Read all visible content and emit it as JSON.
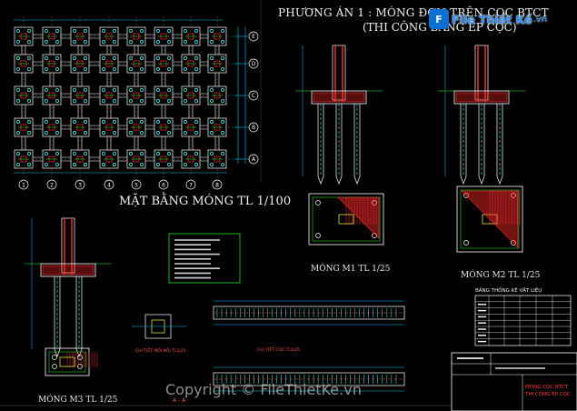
{
  "drawing": {
    "title_line1": "PHƯƠNG ÁN 1 : MÓNG ĐƠN TRÊN CỌC BTCT",
    "title_line2": "(THI CÔNG BẰNG ÉP CỌC)",
    "plan_title": "MẶT BẰNG MÓNG TL 1/100",
    "label_m1": "MÓNG M1 TL 1/25",
    "label_m2": "MÓNG M2 TL 1/25",
    "label_m3": "MÓNG M3 TL 1/25",
    "label_detail_joint": "CHI TIẾT MỐI NỐI TL1/25",
    "label_detail_pile": "CHI TIẾT CỌC TL1/25",
    "label_section": "A - A",
    "material_table_title": "BẢNG THỐNG KÊ VẬT LIỆU",
    "title_block_line1": "MÓNG CỌC BTCT",
    "title_block_line2": "THI CÔNG ÉP CỌC"
  },
  "grid_axes": {
    "columns": [
      "1",
      "2",
      "3",
      "4",
      "5",
      "6",
      "7",
      "8"
    ],
    "rows": [
      "A",
      "B",
      "C",
      "D",
      "E"
    ]
  },
  "branding": {
    "logo_mark": "F",
    "logo_text": "File Thiết Kế",
    "logo_tld": ".vn",
    "watermark": "Copyright © FileThietKe.vn"
  },
  "colors": {
    "background": "#000000",
    "footing": "#ff3030",
    "pile": "#ffff40",
    "rebar": "#40ffff",
    "dimension": "#00c8ff",
    "outline": "#ffffff",
    "accent_green": "#30ff30"
  }
}
